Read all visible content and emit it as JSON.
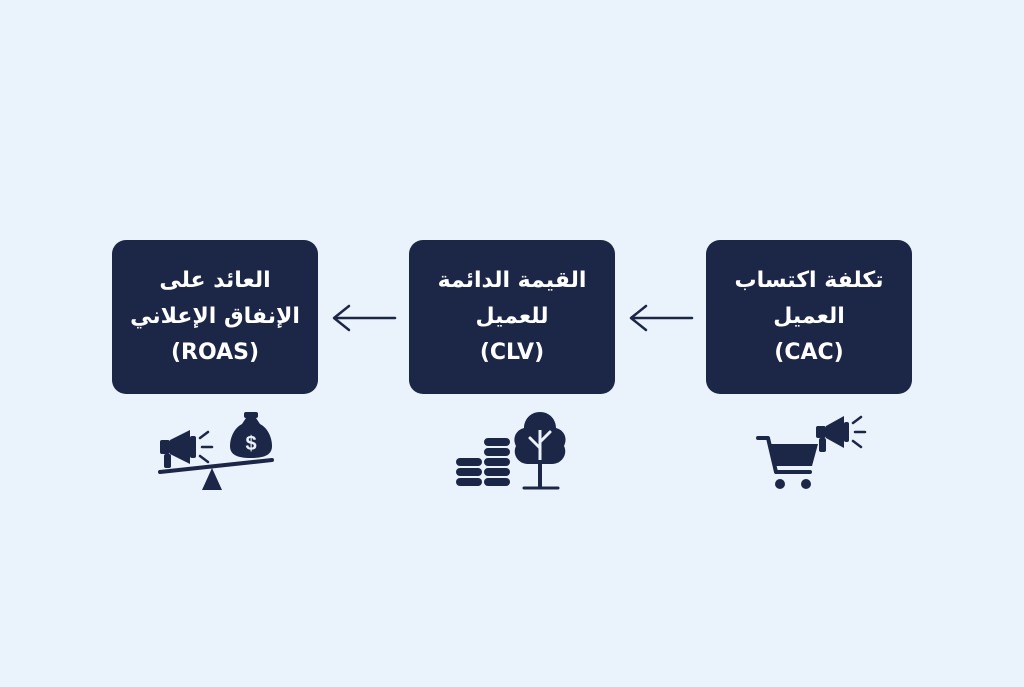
{
  "boxes": [
    {
      "key": "roas",
      "lines": [
        "العائد على",
        "الإنفاق الإعلاني",
        "(ROAS)"
      ],
      "icon": "seesaw-megaphone-moneybag-icon"
    },
    {
      "key": "clv",
      "lines": [
        "القيمة الدائمة",
        "للعميل",
        "(CLV)"
      ],
      "icon": "coins-tree-icon"
    },
    {
      "key": "cac",
      "lines": [
        "تكلفة اكتساب",
        "العميل",
        "(CAC)"
      ],
      "icon": "cart-megaphone-icon"
    }
  ],
  "colors": {
    "background": "#eaf2fb",
    "box": "#1c2747",
    "text": "#ffffff",
    "icon": "#1c2747"
  }
}
